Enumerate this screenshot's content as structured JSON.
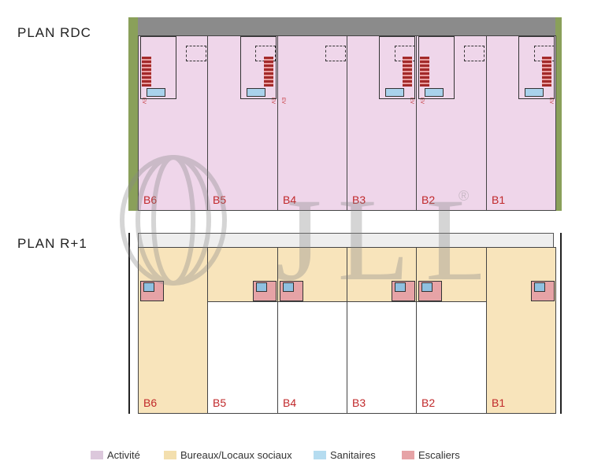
{
  "plans": [
    {
      "title": "PLAN RDC",
      "units": [
        "B6",
        "B5",
        "B4",
        "B3",
        "B2",
        "B1"
      ],
      "ev_label": "EV"
    },
    {
      "title": "PLAN R+1",
      "units": [
        "B6",
        "B5",
        "B4",
        "B3",
        "B2",
        "B1"
      ]
    }
  ],
  "watermark": {
    "text": "JLL",
    "mark": "®"
  },
  "legend": [
    {
      "label": "Activité",
      "color": "#dcc8dc"
    },
    {
      "label": "Bureaux/Locaux sociaux",
      "color": "#f3dfae"
    },
    {
      "label": "Sanitaires",
      "color": "#b5dcf0"
    },
    {
      "label": "Escaliers",
      "color": "#e6a3a6"
    }
  ],
  "colors": {
    "activite": "#efd6ea",
    "bureaux": "#f8e4bb",
    "white": "#ffffff"
  }
}
